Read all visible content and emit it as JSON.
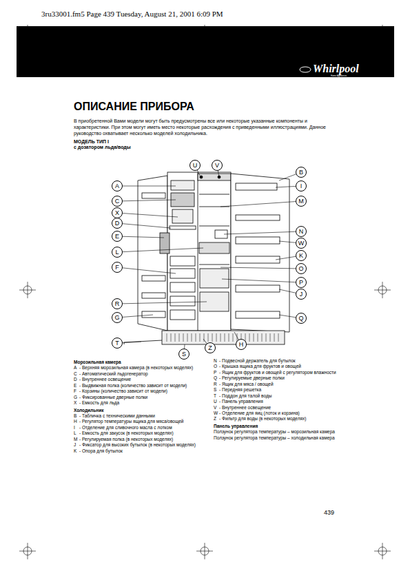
{
  "diagram": {
    "title": "ОПИСАНИЕ ПРИБОРА",
    "nodes": [
      {
        "text": [
          "U"
        ]
      },
      {
        "text": [
          "V"
        ]
      },
      {
        "text": [
          "B"
        ]
      },
      {
        "text": [
          "I"
        ]
      },
      {
        "text": [
          "A"
        ]
      },
      {
        "text": [
          "M"
        ]
      },
      {
        "text": [
          "C"
        ]
      },
      {
        "text": [
          "X"
        ]
      },
      {
        "text": [
          "D"
        ]
      },
      {
        "text": [
          "N"
        ]
      },
      {
        "text": [
          "E"
        ]
      },
      {
        "text": [
          "W"
        ]
      },
      {
        "text": [
          "L"
        ]
      },
      {
        "text": [
          "K"
        ]
      },
      {
        "text": [
          "F"
        ]
      },
      {
        "text": [
          "O"
        ]
      },
      {
        "text": [
          "P"
        ]
      },
      {
        "text": [
          "J"
        ]
      },
      {
        "text": [
          "R"
        ]
      },
      {
        "text": [
          "G"
        ]
      },
      {
        "text": [
          "Q"
        ]
      },
      {
        "text": [
          "T"
        ]
      },
      {
        "text": [
          "H"
        ]
      },
      {
        "text": [
          "Z"
        ]
      },
      {
        "text": [
          "S"
        ]
      }
    ],
    "labels": [
      "3ru33001.fm5 Page 439 Tuesday, August 21, 2001 6:09 PM",
      "Whirlpool",
      "Home Appliances",
      "В приобретенной Вами модели могут быть предусмотрены все или некоторые указанные компоненты и характеристики. При этом могут иметь место некоторые расхождения с приведенными иллюстрациями. Данное руководство охватывает несколько моделей холодильника.",
      "МОДЕЛЬ ТИП I",
      "с дозатором льда/воды",
      "439",
      "Морозильная камера",
      "A",
      "- Верхняя морозильная камера (в некоторых моделях)",
      "C",
      "- Автоматический льдогенератор",
      "D",
      "- Внутреннее освещение",
      "E",
      "- Выдвижная полка (количество зависит от модели)",
      "F",
      "- Корзины (количество зависит от модели)",
      "G",
      "- Фиксированные дверные полки",
      "X",
      "- Емкость для льда",
      "Холодильник",
      "B",
      "- Табличка с техническими данными",
      "H",
      "- Регулятор температуры ящика для мяса/овощей",
      "I",
      "- Отделение для сливочного масла с лотком",
      "L",
      "- Емкость для закусок (в некоторых моделях)",
      "M",
      "- Регулируемая полка (в некоторых моделях)",
      "J",
      "- Фиксатор для высоких бутылок (в некоторых моделях)",
      "K",
      "- Опора для бутылок",
      "N",
      "- Подвесной держатель для бутылок",
      "O",
      "- Крышка ящика для фруктов и овощей",
      "P",
      "- Ящик для фруктов и овощей с регулятором влажности",
      "Q",
      "- Регулируемые дверные полки",
      "R",
      "- Ящик для мяса / овощей",
      "S",
      "- Передняя решетка",
      "T",
      "- Поддон для талой воды",
      "U",
      "- Панель управления",
      "V",
      "- Внутреннее освещение",
      "W",
      "- Отделение для яиц (лоток и корзина)",
      "Z",
      "- Фильтр для воды (в некоторых моделях)",
      "Панель управления",
      "Ползунок регулятора температуры – морозильная камера",
      "Ползунок регулятора температуры – холодильная камера"
    ]
  }
}
